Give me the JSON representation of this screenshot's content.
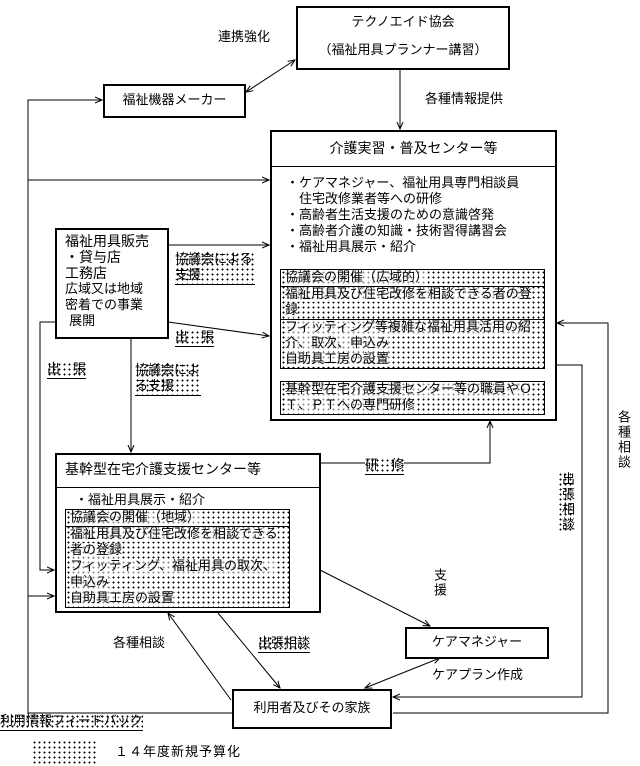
{
  "technoaid": {
    "line1": "テクノエイド協会",
    "line2": "（福祉用具プランナー講習）"
  },
  "maker": {
    "label": "福祉機器メーカー"
  },
  "labels": {
    "renkei": "連携強化",
    "info": "各種情報提供",
    "kyogikai_support_1": "協議会による支援",
    "shutcho_1": "出　張",
    "shutcho_2": "出　張",
    "kyogikai_support_2": "協議会による支援",
    "kenshu": "研　修",
    "shien": "支援",
    "shucho_sodan_right": "出張相談",
    "kakushu_sodan_right": "各種相談",
    "kakushu_sodan_left": "各種相談",
    "shucho_sodan_left": "出張相談",
    "careplan": "ケアプラン作成",
    "feedback": "利用情報フィードバック"
  },
  "kaigo_center": {
    "title": "介護実習・普及センター等",
    "bullets": [
      "・ケアマネジャー、福祉用具専門相談員",
      "　住宅改修業者等への研修",
      "・高齢者生活支援のための意識啓発",
      "・高齢者介護の知識・技術習得講習会",
      "・福祉用具展示・紹介"
    ],
    "new_items": [
      "協議会の開催（広域的）",
      "福祉用具及び住宅改修を相談できる者の登録",
      "フィッティング等複雑な福祉用具活用の紹介、取次、申込み",
      "自助具工房の設置"
    ],
    "new_items_2": "基幹型在宅介護支援センター等の職員やＯＴ、ＰＴへの専門研修"
  },
  "shop": {
    "lines": [
      "福祉用具販売",
      "・貸与店",
      "工務店",
      "広域又は地域",
      "密着での事業",
      " 展開"
    ]
  },
  "kikan_center": {
    "title": "基幹型在宅介護支援センター等",
    "bullet": "・福祉用具展示・紹介",
    "new_items": [
      "協議会の開催（地域）",
      "福祉用具及び住宅改修を相談できる者の登録",
      "フィッティング、福祉用具の取次、申込み",
      "自助具工房の設置"
    ]
  },
  "care_manager": {
    "label": "ケアマネジャー"
  },
  "user_family": {
    "label": "利用者及びその家族"
  },
  "legend": {
    "label": "１４年度新規予算化"
  }
}
